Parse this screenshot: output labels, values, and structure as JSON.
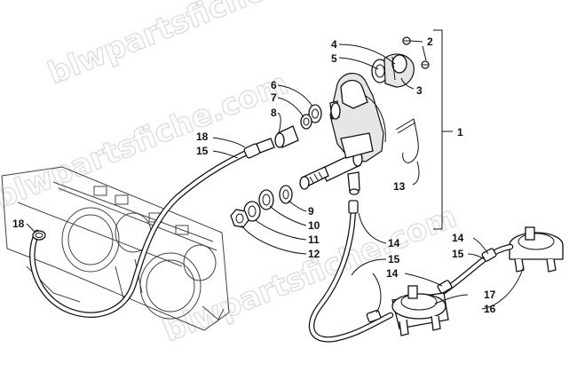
{
  "watermark": {
    "line1": "blwpartsfiche.com",
    "line2": "blwpartsfiche.com",
    "line3": "blwpartsfiche.com"
  },
  "callouts": {
    "c1": "1",
    "c2": "2",
    "c3": "3",
    "c4": "4",
    "c5": "5",
    "c6": "6",
    "c7": "7",
    "c8": "8",
    "c9": "9",
    "c10": "10",
    "c11": "11",
    "c12": "12",
    "c13": "13",
    "c14a": "14",
    "c14b": "14",
    "c14c": "14",
    "c15a": "15",
    "c15b": "15",
    "c15c": "15",
    "c16": "16",
    "c17": "17",
    "c18a": "18",
    "c18b": "18"
  }
}
